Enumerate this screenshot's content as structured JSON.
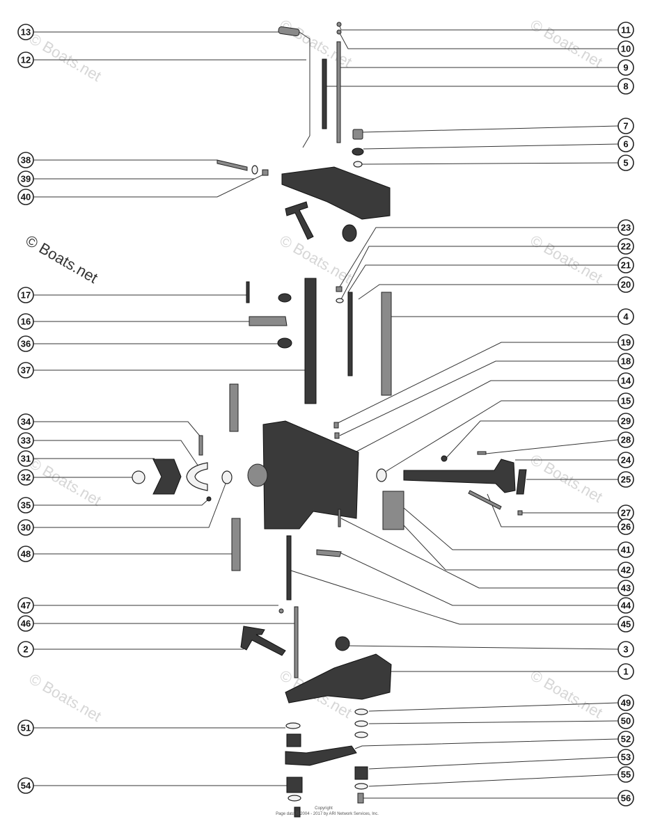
{
  "watermark": {
    "text": "© Boats.net",
    "main_text": "© Boats.net"
  },
  "footer": {
    "copyright_line1": "Copyright",
    "copyright_line2": "Page data © 2004 - 2017 by ARI Network Services, Inc."
  },
  "callouts": [
    {
      "num": "13"
    },
    {
      "num": "12"
    },
    {
      "num": "38"
    },
    {
      "num": "39"
    },
    {
      "num": "40"
    },
    {
      "num": "17"
    },
    {
      "num": "16"
    },
    {
      "num": "36"
    },
    {
      "num": "37"
    },
    {
      "num": "34"
    },
    {
      "num": "33"
    },
    {
      "num": "31"
    },
    {
      "num": "32"
    },
    {
      "num": "35"
    },
    {
      "num": "30"
    },
    {
      "num": "48"
    },
    {
      "num": "47"
    },
    {
      "num": "46"
    },
    {
      "num": "2"
    },
    {
      "num": "51"
    },
    {
      "num": "54"
    },
    {
      "num": "11"
    },
    {
      "num": "10"
    },
    {
      "num": "9"
    },
    {
      "num": "8"
    },
    {
      "num": "7"
    },
    {
      "num": "6"
    },
    {
      "num": "5"
    },
    {
      "num": "23"
    },
    {
      "num": "22"
    },
    {
      "num": "21"
    },
    {
      "num": "20"
    },
    {
      "num": "4"
    },
    {
      "num": "19"
    },
    {
      "num": "18"
    },
    {
      "num": "14"
    },
    {
      "num": "15"
    },
    {
      "num": "29"
    },
    {
      "num": "28"
    },
    {
      "num": "24"
    },
    {
      "num": "25"
    },
    {
      "num": "27"
    },
    {
      "num": "26"
    },
    {
      "num": "41"
    },
    {
      "num": "42"
    },
    {
      "num": "43"
    },
    {
      "num": "44"
    },
    {
      "num": "45"
    },
    {
      "num": "3"
    },
    {
      "num": "1"
    },
    {
      "num": "49"
    },
    {
      "num": "50"
    },
    {
      "num": "52"
    },
    {
      "num": "53"
    },
    {
      "num": "55"
    },
    {
      "num": "56"
    }
  ]
}
